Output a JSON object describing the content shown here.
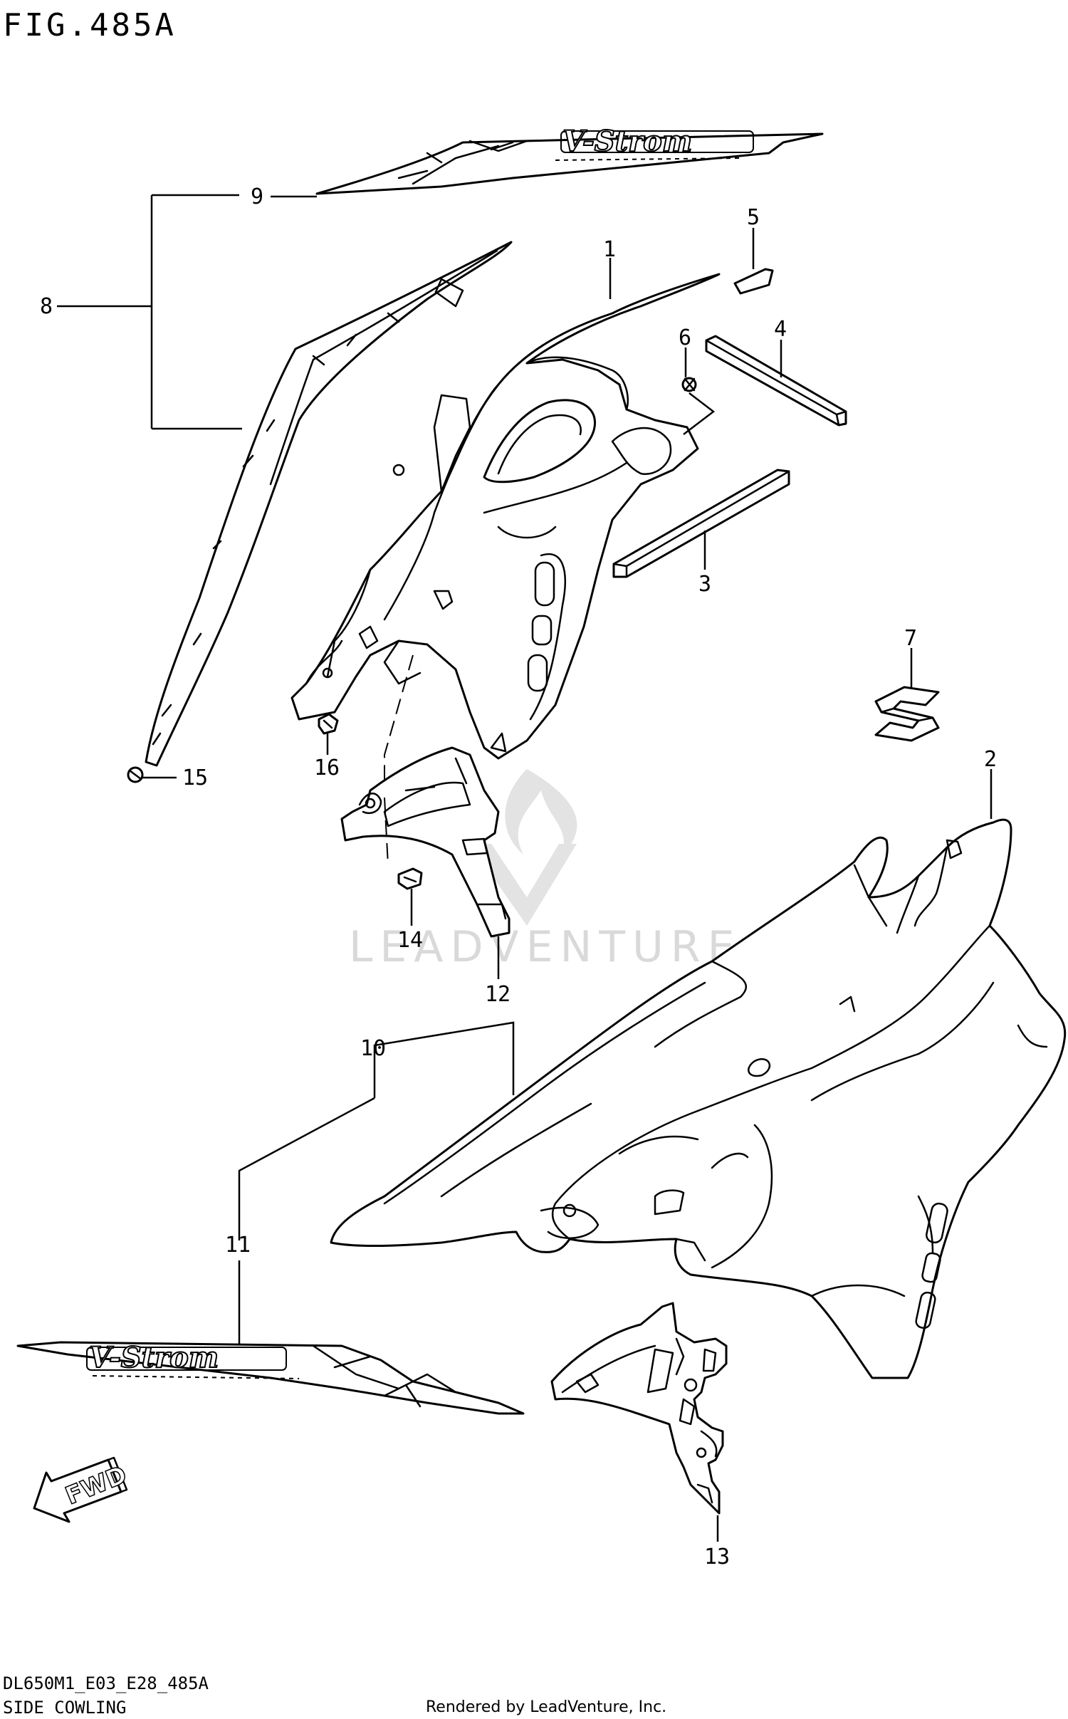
{
  "header": {
    "figure_title": "FIG.485A"
  },
  "callouts": {
    "c1": "1",
    "c2": "2",
    "c3": "3",
    "c4": "4",
    "c5": "5",
    "c6": "6",
    "c7": "7",
    "c8": "8",
    "c9": "9",
    "c10": "10",
    "c11": "11",
    "c12": "12",
    "c13": "13",
    "c14": "14",
    "c15": "15",
    "c16": "16"
  },
  "decals": {
    "upper_text": "V-Strom",
    "lower_text": "V-Strom"
  },
  "direction": {
    "label": "FWD"
  },
  "watermark": {
    "text": "LEADVENTURE"
  },
  "footer": {
    "diagram_code": "DL650M1_E03_E28_485A",
    "section_name": "SIDE COWLING",
    "credit": "Rendered by LeadVenture, Inc."
  },
  "icons": {
    "logo": "suzuki-s-emblem-icon",
    "arrow": "fwd-arrow-icon",
    "watermark_logo": "leadventure-flame-icon"
  },
  "colors": {
    "line": "#000000",
    "background": "#ffffff",
    "watermark": "#d9d9d9"
  }
}
